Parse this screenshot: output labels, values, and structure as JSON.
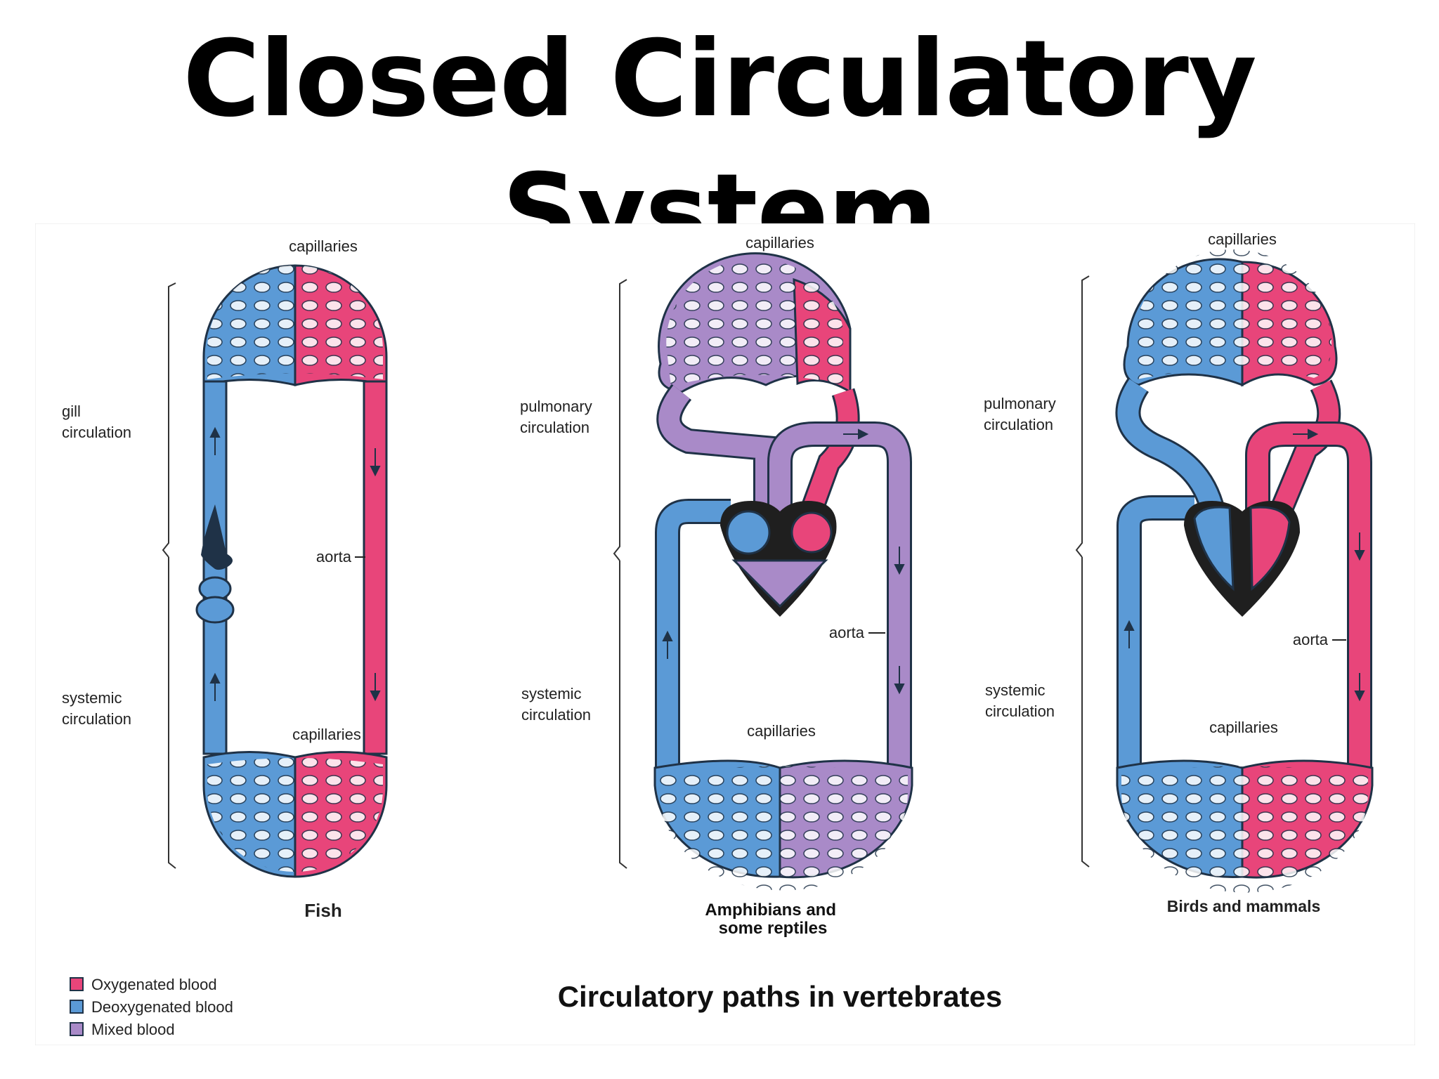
{
  "slide": {
    "title": "Closed Circulatory System"
  },
  "figure": {
    "caption": "Circulatory paths in vertebrates",
    "panels": [
      {
        "name": "Fish",
        "labels": {
          "capillaries_top": "capillaries",
          "capillaries_bottom": "capillaries",
          "aorta": "aorta",
          "upper_circulation": [
            "gill",
            "circulation"
          ],
          "lower_circulation": [
            "systemic",
            "circulation"
          ]
        }
      },
      {
        "name": [
          "Amphibians and",
          "some reptiles"
        ],
        "labels": {
          "capillaries_top": "capillaries",
          "capillaries_bottom": "capillaries",
          "aorta": "aorta",
          "upper_circulation": [
            "pulmonary",
            "circulation"
          ],
          "lower_circulation": [
            "systemic",
            "circulation"
          ]
        }
      },
      {
        "name": "Birds and mammals",
        "labels": {
          "capillaries_top": "capillaries",
          "capillaries_bottom": "capillaries",
          "aorta": "aorta",
          "upper_circulation": [
            "pulmonary",
            "circulation"
          ],
          "lower_circulation": [
            "systemic",
            "circulation"
          ]
        }
      }
    ],
    "legend": [
      {
        "label": "Oxygenated blood",
        "color": "#e8457a"
      },
      {
        "label": "Deoxygenated blood",
        "color": "#5b9ad6"
      },
      {
        "label": "Mixed blood",
        "color": "#a98ac8"
      }
    ],
    "colors": {
      "oxygenated": "#e8457a",
      "deoxygenated": "#5b9ad6",
      "mixed": "#a98ac8",
      "outline": "#1f3247",
      "heart": "#2a2a2a"
    }
  }
}
